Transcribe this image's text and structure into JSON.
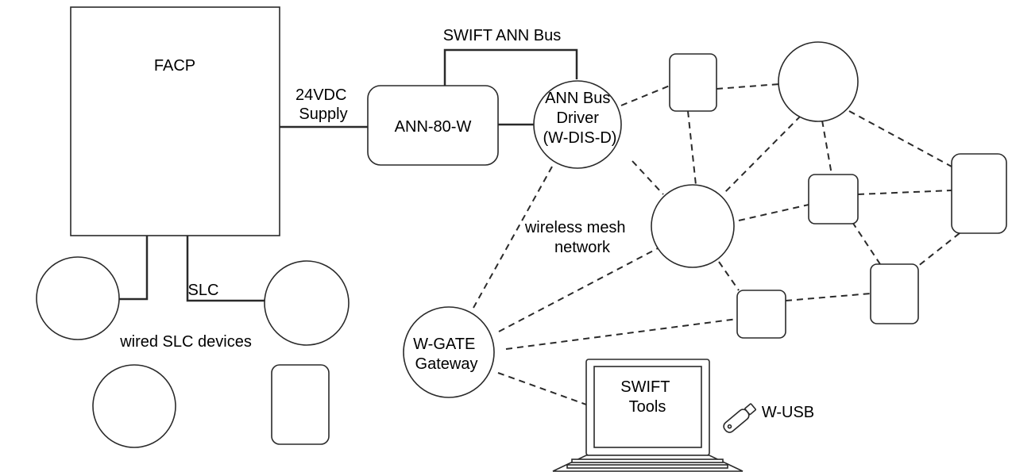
{
  "labels": {
    "facp": "FACP",
    "supply_line1": "24VDC",
    "supply_line2": "Supply",
    "swift_ann_bus": "SWIFT ANN Bus",
    "ann80w": "ANN-80-W",
    "ann_bus_driver_line1": "ANN Bus",
    "ann_bus_driver_line2": "Driver",
    "ann_bus_driver_line3": "(W-DIS-D)",
    "wireless_mesh_line1": "wireless mesh",
    "wireless_mesh_line2": "network",
    "slc": "SLC",
    "wired_slc_devices": "wired SLC devices",
    "wgate_line1": "W-GATE",
    "wgate_line2": "Gateway",
    "swift_tools_line1": "SWIFT",
    "swift_tools_line2": "Tools",
    "wusb": "W-USB"
  }
}
